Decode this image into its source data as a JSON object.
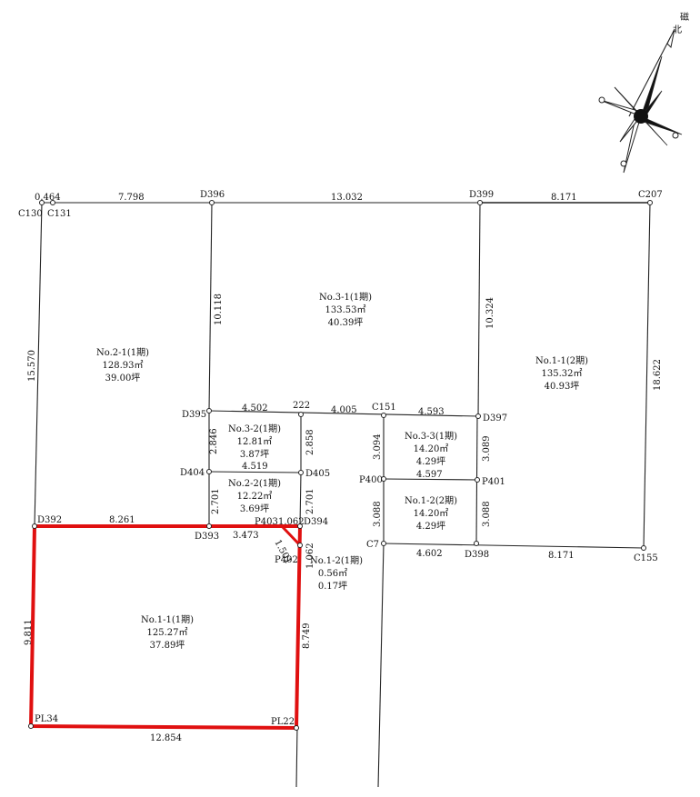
{
  "compass": {
    "label_1": "磁",
    "label_2": "北"
  },
  "points": {
    "C130": "C130",
    "C131": "C131",
    "D396": "D396",
    "D399": "D399",
    "C207": "C207",
    "D395": "D395",
    "P222": "222",
    "C151": "C151",
    "D397": "D397",
    "D404": "D404",
    "D405": "D405",
    "P400": "P400",
    "P401": "P401",
    "D392": "D392",
    "D393": "D393",
    "P403": "P403",
    "D394": "D394",
    "P402": "P402",
    "C7": "C7",
    "D398": "D398",
    "C155": "C155",
    "PL34": "PL34",
    "PL22": "PL22"
  },
  "dimensions": {
    "top_a": "0.464",
    "top_b": "7.798",
    "top_c": "13.032",
    "top_d": "8.171",
    "left_main": "15.570",
    "mid_vert": "10.118",
    "right_mid": "10.324",
    "right_edge": "18.622",
    "row1_a": "4.502",
    "row1_b": "4.005",
    "row1_c": "4.593",
    "v_d395": "2.846",
    "v_222": "2.858",
    "v_c151": "3.094",
    "v_d397": "3.089",
    "row2_a": "4.519",
    "row2_b": "4.597",
    "v_d404": "2.701",
    "v_d405": "2.701",
    "v_p400": "3.088",
    "v_p401": "3.088",
    "d392_len": "8.261",
    "d393_len": "3.473",
    "p403_len": "1.062",
    "d394_len": "1.062",
    "diag": "1.501",
    "c7_len": "4.602",
    "d398_len": "8.171",
    "left_red": "9.811",
    "right_red": "8.749",
    "bottom_red": "12.854"
  },
  "lots": {
    "no3_1": {
      "name": "No.3-1(1期)",
      "sqm": "133.53㎡",
      "tsubo": "40.39坪"
    },
    "no1_1_2": {
      "name": "No.1-1(2期)",
      "sqm": "135.32㎡",
      "tsubo": "40.93坪"
    },
    "no2_1": {
      "name": "No.2-1(1期)",
      "sqm": "128.93㎡",
      "tsubo": "39.00坪"
    },
    "no3_2": {
      "name": "No.3-2(1期)",
      "sqm": "12.81㎡",
      "tsubo": "3.87坪"
    },
    "no3_3": {
      "name": "No.3-3(1期)",
      "sqm": "14.20㎡",
      "tsubo": "4.29坪"
    },
    "no2_2": {
      "name": "No.2-2(1期)",
      "sqm": "12.22㎡",
      "tsubo": "3.69坪"
    },
    "no1_2_2": {
      "name": "No.1-2(2期)",
      "sqm": "14.20㎡",
      "tsubo": "4.29坪"
    },
    "no1_2_1": {
      "name": "No.1-2(1期)",
      "sqm": "0.56㎡",
      "tsubo": "0.17坪"
    },
    "no1_1_1": {
      "name": "No.1-1(1期)",
      "sqm": "125.27㎡",
      "tsubo": "37.89坪"
    }
  },
  "colors": {
    "highlight": "#e01010",
    "line": "#222222"
  }
}
